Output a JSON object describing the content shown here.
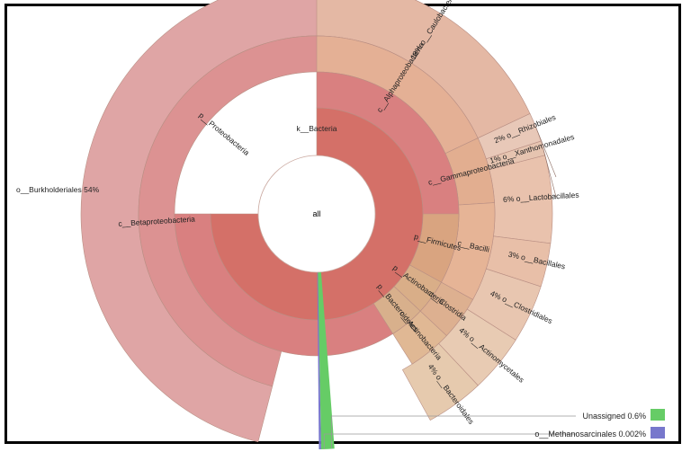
{
  "chart_data": {
    "type": "sunburst",
    "center_label": "all",
    "colors": {
      "bacteria_k": "#d47068",
      "proteo_p": "#d98080",
      "beta_c": "#dc9292",
      "burk_o": "#dfa5a5",
      "alpha_c": "#e4b095",
      "caulo_o": "#e4b8a4",
      "firm_p": "#d9a480",
      "gamma_c": "#e2ae90",
      "bacilli_c": "#e6b496",
      "lacto_o": "#e9c2ad",
      "bacil_o": "#e8bfa8",
      "clos_c": "#ddb090",
      "clostr_o": "#e8c6b0",
      "actino_p": "#d9ae88",
      "actino_c": "#e0b894",
      "actinom_o": "#e8cbb3",
      "bactero_p": "#d8b08c",
      "bactero_o": "#e6caae",
      "rhiz_o": "#e8c8b8",
      "xanth_o": "#e6c4b0",
      "unassigned": "#66cc66",
      "methano": "#7777cc",
      "edge": "#8a6a60"
    },
    "segments": [
      {
        "label": "k__Bacteria",
        "level": 1,
        "start": 0,
        "end": 0.75,
        "color_key": "bacteria_k",
        "percent": ""
      },
      {
        "label": "p__Proteobacteria",
        "level": 2,
        "start": 0,
        "end": 0.75,
        "color_key": "proteo_p",
        "percent": ""
      },
      {
        "label": "p__Firmicutes",
        "level": 2,
        "start": 0.25,
        "end": 0.33,
        "color_key": "firm_p",
        "percent": ""
      },
      {
        "label": "p__Actinobacteria",
        "level": 2,
        "start": 0.33,
        "end": 0.37,
        "color_key": "actino_p",
        "percent": ""
      },
      {
        "label": "p__Bacteroidetes",
        "level": 2,
        "start": 0.37,
        "end": 0.41,
        "color_key": "bactero_p",
        "percent": ""
      },
      {
        "label": "c__Betaproteobacteria",
        "level": 3,
        "start": 0.54,
        "end": 1.08,
        "color_key": "beta_c",
        "percent": ""
      },
      {
        "label": "c__Alphaproteobacteria",
        "level": 3,
        "start": 0,
        "end": 0.18,
        "color_key": "alpha_c",
        "percent": ""
      },
      {
        "label": "c__Gammaproteobacteria",
        "level": 3,
        "start": 0.18,
        "end": 0.24,
        "color_key": "gamma_c",
        "percent": ""
      },
      {
        "label": "c__Bacilli",
        "level": 3,
        "start": 0.24,
        "end": 0.33,
        "color_key": "bacilli_c",
        "percent": ""
      },
      {
        "label": "c__Clostridia",
        "level": 3,
        "start": 0.33,
        "end": 0.37,
        "color_key": "clos_c",
        "percent": ""
      },
      {
        "label": "c__Actinobacteria",
        "level": 3,
        "start": 0.37,
        "end": 0.41,
        "color_key": "actino_c",
        "percent": ""
      },
      {
        "label": "o__Burkholderiales",
        "level": 4,
        "start": 0.54,
        "end": 1.08,
        "color_key": "burk_o",
        "percent": "54%"
      },
      {
        "label": "o__Caulobacterales",
        "level": 4,
        "start": 0,
        "end": 0.18,
        "color_key": "caulo_o",
        "percent": "18%"
      },
      {
        "label": "o__Rhizobiales",
        "level": 4,
        "start": 0.18,
        "end": 0.2,
        "color_key": "rhiz_o",
        "percent": "2%"
      },
      {
        "label": "o__Xanthomonadales",
        "level": 4,
        "start": 0.2,
        "end": 0.21,
        "color_key": "xanth_o",
        "percent": "1%"
      },
      {
        "label": "o__Lactobacillales",
        "level": 4,
        "start": 0.21,
        "end": 0.27,
        "color_key": "lacto_o",
        "percent": "6%"
      },
      {
        "label": "o__Bacillales",
        "level": 4,
        "start": 0.27,
        "end": 0.3,
        "color_key": "bacil_o",
        "percent": "3%"
      },
      {
        "label": "o__Clostridiales",
        "level": 4,
        "start": 0.3,
        "end": 0.34,
        "color_key": "clostr_o",
        "percent": "4%"
      },
      {
        "label": "o__Actinomycetales",
        "level": 4,
        "start": 0.34,
        "end": 0.38,
        "color_key": "actinom_o",
        "percent": "4%"
      },
      {
        "label": "o__Bacteroidales",
        "level": 4,
        "start": 0.38,
        "end": 0.42,
        "color_key": "bactero_o",
        "percent": "4%"
      }
    ],
    "legend": [
      {
        "label": "Unassigned",
        "percent": "0.6%",
        "color_key": "unassigned"
      },
      {
        "label": "o__Methanosarcinales",
        "percent": "0.002%",
        "color_key": "methano"
      }
    ]
  }
}
